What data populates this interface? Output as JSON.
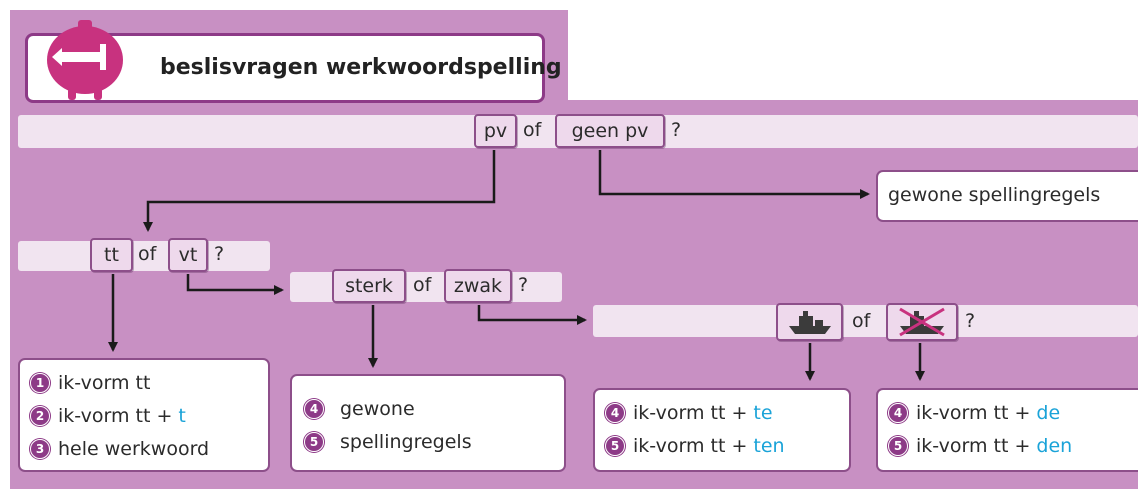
{
  "title": "beslisvragen werkwoordspelling",
  "q1": {
    "a": "pv",
    "of": "of",
    "b": "geen pv",
    "q": "?"
  },
  "result_gewone": "gewone spellingregels",
  "q2": {
    "a": "tt",
    "of": "of",
    "b": "vt",
    "q": "?"
  },
  "q3": {
    "a": "sterk",
    "of": "of",
    "b": "zwak",
    "q": "?"
  },
  "q4": {
    "of": "of",
    "q": "?",
    "icon_a": "ship-icon",
    "icon_b": "crossed-ship-icon"
  },
  "box_tt": [
    {
      "num": "1",
      "text": "ik-vorm tt",
      "suffix": ""
    },
    {
      "num": "2",
      "text": "ik-vorm tt + ",
      "suffix": "t"
    },
    {
      "num": "3",
      "text": "hele werkwoord",
      "suffix": ""
    }
  ],
  "box_sterk": [
    {
      "num": "4",
      "text": "gewone"
    },
    {
      "num": "5",
      "text": "spellingregels"
    }
  ],
  "box_te": [
    {
      "num": "4",
      "text": "ik-vorm tt + ",
      "suffix": "te"
    },
    {
      "num": "5",
      "text": "ik-vorm tt + ",
      "suffix": "ten"
    }
  ],
  "box_de": [
    {
      "num": "4",
      "text": "ik-vorm tt + ",
      "suffix": "de"
    },
    {
      "num": "5",
      "text": "ik-vorm tt + ",
      "suffix": "den"
    }
  ],
  "colors": {
    "purple_bg": "#c890c3",
    "dark_purple": "#8d3a87",
    "bar": "#f1e4f0",
    "cyan": "#1aa3d8"
  }
}
